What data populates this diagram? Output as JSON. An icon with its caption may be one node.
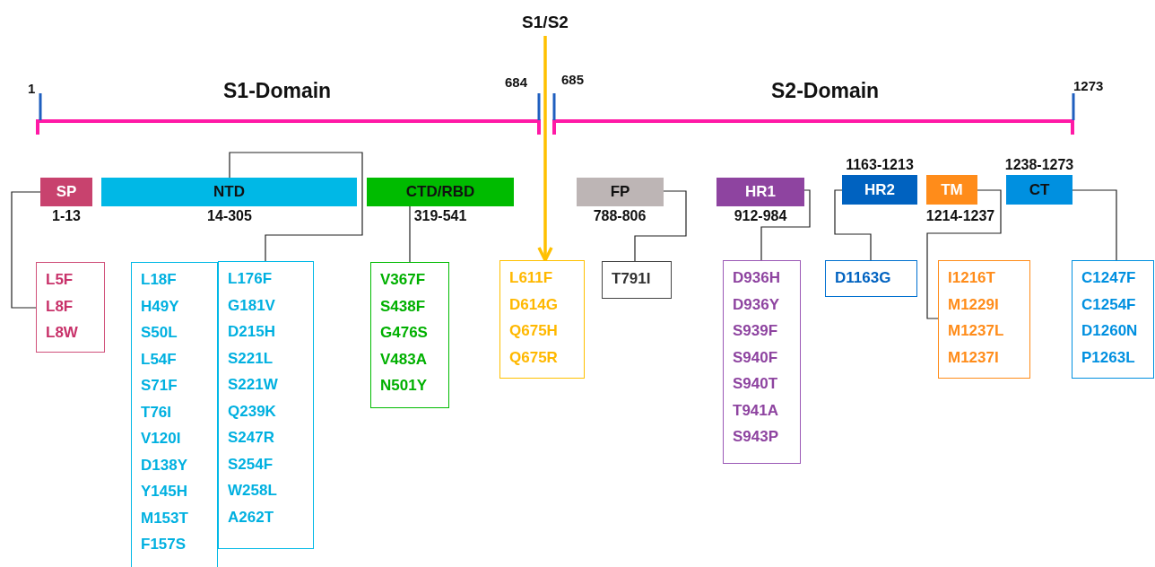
{
  "diagram": {
    "nodes": [
      {
        "text": [
          "SP"
        ],
        "beside": [
          "1-13"
        ]
      },
      {
        "text": [
          "NTD"
        ],
        "beside": [
          "14-305"
        ]
      },
      {
        "text": [
          "CTD/RBD"
        ],
        "beside": [
          "319-541"
        ]
      },
      {
        "text": [
          "FP"
        ],
        "beside": [
          "788-806"
        ]
      },
      {
        "text": [
          "HR1"
        ],
        "beside": [
          "912-984"
        ]
      },
      {
        "text": [
          "HR2"
        ],
        "beside": [
          "1163-1213"
        ]
      },
      {
        "text": [
          "TM"
        ],
        "beside": [
          "1214-1237"
        ]
      },
      {
        "text": [
          "CT"
        ],
        "beside": [
          "1238-1273"
        ]
      },
      {
        "text": [
          "L5F",
          "L8F",
          "L8W"
        ]
      },
      {
        "text": [
          "L18F",
          "H49Y",
          "S50L",
          "L54F",
          "S71F",
          "T76I",
          "V120I",
          "D138Y",
          "Y145H",
          "M153T",
          "F157S"
        ]
      },
      {
        "text": [
          "L176F",
          "G181V",
          "D215H",
          "S221L",
          "S221W",
          "Q239K",
          "S247R",
          "S254F",
          "W258L",
          "A262T"
        ]
      },
      {
        "text": [
          "V367F",
          "S438F",
          "G476S",
          "V483A",
          "N501Y"
        ]
      },
      {
        "text": [
          "L611F",
          "D614G",
          "Q675H",
          "Q675R"
        ]
      },
      {
        "text": [
          "T791I"
        ]
      },
      {
        "text": [
          "D936H",
          "D936Y",
          "S939F",
          "S940F",
          "S940T",
          "T941A",
          "S943P"
        ]
      },
      {
        "text": [
          "D1163G"
        ]
      },
      {
        "text": [
          "I1216T",
          "M1229I",
          "M1237L",
          "M1237I"
        ]
      },
      {
        "text": [
          "C1247F",
          "C1254F",
          "D1260N",
          "P1263L"
        ]
      },
      {
        "text": [
          "S1/S2"
        ]
      }
    ],
    "edges": [
      {
        "from": 0,
        "to": 8,
        "arrow": "none"
      },
      {
        "from": 1,
        "to": 10,
        "arrow": "none"
      },
      {
        "from": 2,
        "to": 11,
        "arrow": "none"
      },
      {
        "from": 18,
        "to": 12,
        "arrow": "to",
        "style": "thick",
        "color": "#ffc000"
      },
      {
        "from": 3,
        "to": 13,
        "arrow": "none"
      },
      {
        "from": 4,
        "to": 14,
        "arrow": "none"
      },
      {
        "from": 5,
        "to": 15,
        "arrow": "none"
      },
      {
        "from": 6,
        "to": 16,
        "arrow": "none"
      },
      {
        "from": 7,
        "to": 17,
        "arrow": "none"
      }
    ],
    "labels": [
      "1",
      "S1-Domain",
      "684",
      "685",
      "S2-Domain",
      "1273"
    ]
  }
}
